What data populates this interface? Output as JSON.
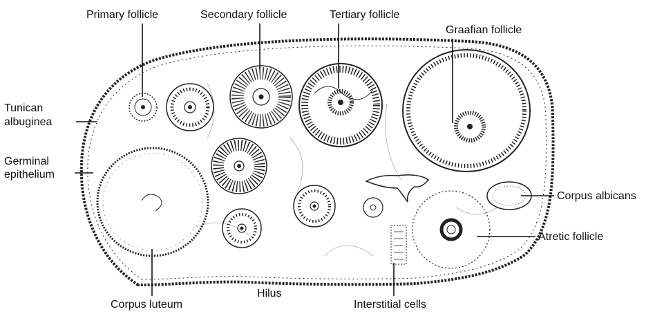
{
  "diagram": {
    "labels": {
      "primary_follicle": "Primary follicle",
      "secondary_follicle": "Secondary follicle",
      "tertiary_follicle": "Tertiary follicle",
      "graafian_follicle": "Graafian follicle",
      "tunica_albuginea_line1": "Tunican",
      "tunica_albuginea_line2": "albuginea",
      "germinal_epithelium_line1": "Germinal",
      "germinal_epithelium_line2": "epithelium",
      "corpus_albicans": "Corpus albicans",
      "atretic_follicle": "Atretic follicle",
      "corpus_luteum": "Corpus luteum",
      "hilus": "Hilus",
      "interstitial_cells": "Interstitial cells"
    },
    "colors": {
      "ink": "#222222",
      "background": "#ffffff"
    }
  }
}
